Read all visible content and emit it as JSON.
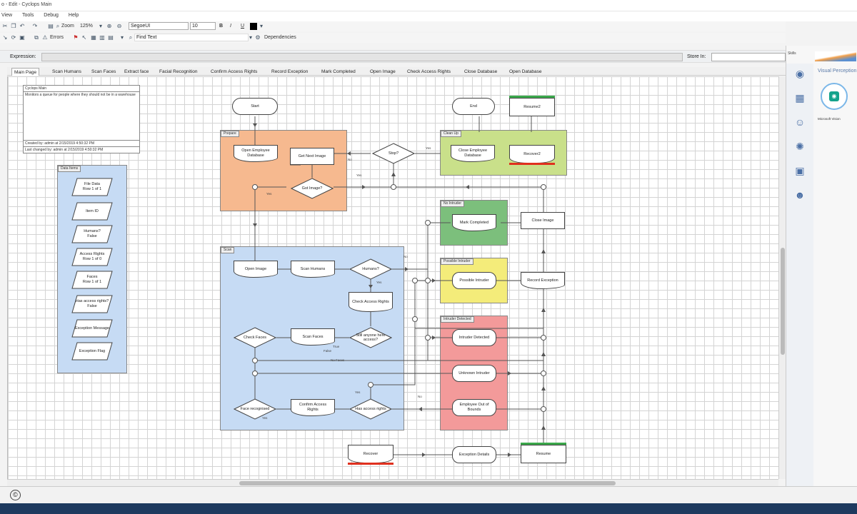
{
  "window": {
    "title": "o - Edit - Cyclops Main"
  },
  "menu": [
    "View",
    "Tools",
    "Debug",
    "Help"
  ],
  "toolbar1": {
    "zoom_label": "Zoom",
    "zoom_value": "125%",
    "font_family": "SegoeUI",
    "font_size": "10",
    "bold": "B",
    "italic": "I",
    "underline": "U"
  },
  "toolbar2": {
    "errors_label": "Errors",
    "find_text": "Find Text",
    "dependencies_label": "Dependencies"
  },
  "expression": {
    "label": "Expression:",
    "value": "",
    "store_in_label": "Store In:"
  },
  "tabs": [
    "Main Page",
    "Scan Humans",
    "Scan Faces",
    "Extract face",
    "Facial Recognition",
    "Confirm Access Rights",
    "Record Exception",
    "Mark Completed",
    "Open Image",
    "Check Access Rights",
    "Close Database",
    "Open Database"
  ],
  "annotation": {
    "title": "Cyclops Main",
    "desc": "Monitors a queue for people where they should not be in a warehouse",
    "created": "Created by: admin at 2/15/2019 4:50:32 PM",
    "changed": "Last changed by: admin at 2/15/2019 4:50:32 PM"
  },
  "data_items_block": {
    "label": "Data Items",
    "items": [
      "File Data\nRow 1 of 1",
      "Item ID",
      "Humans?\nFalse",
      "Access Rights\nRow 1 of 0",
      "Faces\nRow 1 of 1",
      "Has access rights?\nFalse",
      "Exception Message",
      "Exception Flag"
    ]
  },
  "blocks": {
    "prepare": {
      "label": "Prepare"
    },
    "clean_up": {
      "label": "Clean Up"
    },
    "scan": {
      "label": "Scan"
    },
    "no_intruder": {
      "label": "No Intruder"
    },
    "possible_intruder": {
      "label": "Possible Intruder"
    },
    "intruder_detected": {
      "label": "Intruder Detected"
    }
  },
  "nodes": {
    "start": "Start",
    "end": "End",
    "resume_top": "Resume2",
    "open_db": "Open Employee Database",
    "get_next": "Get Next Image",
    "got_image": "Got Image?",
    "stop": "Stop?",
    "close_db": "Close Employee Database",
    "recover_top": "Recover2",
    "mark_completed": "Mark Completed",
    "close_image": "Close Image",
    "possible_intruder": "Possible Intruder",
    "record_exception": "Record Exception",
    "intruder_detected": "Intruder Detected",
    "unknown_intruder": "Unknown Intruder",
    "employee_out": "Employee Out of Bounds",
    "open_image": "Open Image",
    "scan_humans": "Scan Humans",
    "humans": "Humans?",
    "check_access": "Check Access Rights",
    "check_faces": "Check Faces",
    "scan_faces": "Scan Faces",
    "still_anyone": "Still anyone here access?",
    "face_recognised": "Face recognised",
    "confirm_access": "Confirm Access Rights",
    "has_access": "Has access rights",
    "recover": "Recover",
    "exception_details": "Exception Details",
    "resume": "Resume"
  },
  "edge_labels": {
    "yes": "Yes",
    "no": "No",
    "true": "True",
    "false": "False",
    "no_faces": "No Faces"
  },
  "right_panel": {
    "skill_label": "Skills",
    "title": "Visual Perception",
    "ms_label": "Microsoft Vision"
  },
  "colors": {
    "orange": "#f6b98f",
    "green_lime": "#c9e08a",
    "blue": "#c6dbf4",
    "green": "#7cbf7c",
    "yellow": "#f4ec7a",
    "red": "#f39a9a",
    "red_bar": "#e0301e",
    "green_bar": "#3aa84b"
  }
}
